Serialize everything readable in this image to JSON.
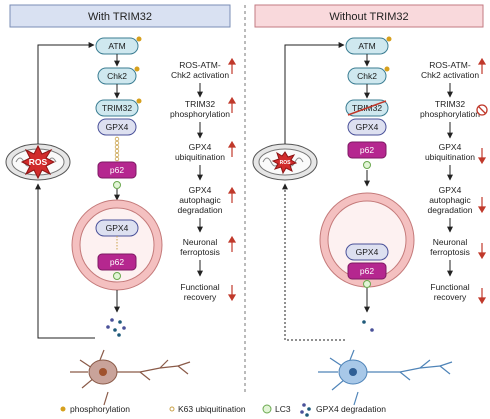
{
  "panels": {
    "left": {
      "title": "With TRIM32",
      "header_color": "#d9e1f2",
      "nodes": {
        "atm": "ATM",
        "chk2": "Chk2",
        "trim32": "TRIM32",
        "gpx4": "GPX4",
        "p62": "p62",
        "gpx4_in": "GPX4",
        "p62_in": "p62",
        "ros": "ROS"
      },
      "steps": [
        "ROS-ATM-",
        "Chk2 activation",
        "TRIM32",
        "phosphorylation",
        "GPX4",
        "ubiquitination",
        "GPX4",
        "autophagic",
        "degradation",
        "Neuronal",
        "ferroptosis",
        "Functional",
        "recovery"
      ]
    },
    "right": {
      "title": "Without TRIM32",
      "header_color": "#f9d9dc",
      "nodes": {
        "atm": "ATM",
        "chk2": "Chk2",
        "trim32": "TRIM32",
        "gpx4": "GPX4",
        "p62": "p62",
        "gpx4_in": "GPX4",
        "p62_in": "p62",
        "ros": "ROS"
      },
      "steps": [
        "ROS-ATM-",
        "Chk2 activation",
        "TRIM32",
        "phosphorylation",
        "GPX4",
        "ubiquitination",
        "GPX4",
        "autophagic",
        "degradation",
        "Neuronal",
        "ferroptosis",
        "Functional",
        "recovery"
      ]
    }
  },
  "legend": {
    "phosphorylation": "phosphorylation",
    "k63": "K63 ubiquitination",
    "lc3": "LC3",
    "degradation": "GPX4 degradation"
  },
  "colors": {
    "node_fill": "#cfe8ef",
    "node_stroke": "#3b7d92",
    "gpx4_fill": "#dde0f0",
    "p62_fill": "#b5278f",
    "up_arrow": "#c0392b",
    "down_arrow": "#c0392b",
    "ring": "#f0a9a9"
  }
}
